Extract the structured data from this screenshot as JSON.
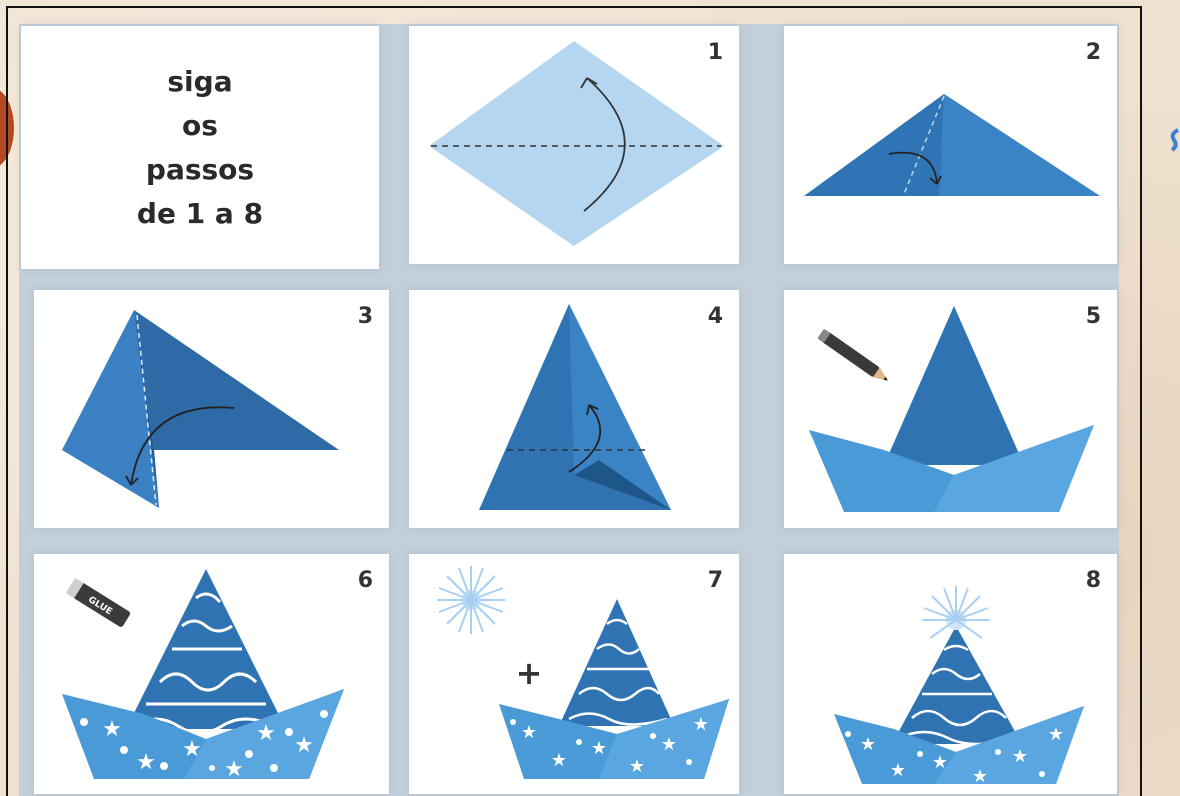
{
  "intro": {
    "line1": "siga",
    "line2": "os",
    "line3": "passos",
    "line4": "de 1 a 8"
  },
  "steps": [
    {
      "number": "1"
    },
    {
      "number": "2"
    },
    {
      "number": "3"
    },
    {
      "number": "4"
    },
    {
      "number": "5"
    },
    {
      "number": "6"
    },
    {
      "number": "7"
    },
    {
      "number": "8"
    }
  ],
  "tools": {
    "glue_label": "GLUE",
    "plus_sign": "+"
  },
  "colors": {
    "paper_light": "#b5d6f0",
    "paper_mid": "#3a7fc1",
    "paper_dark": "#2e6aa6",
    "paper_bright": "#4b9ad8",
    "background": "#efe1cf",
    "frame_bg": "#c3cfdb"
  }
}
